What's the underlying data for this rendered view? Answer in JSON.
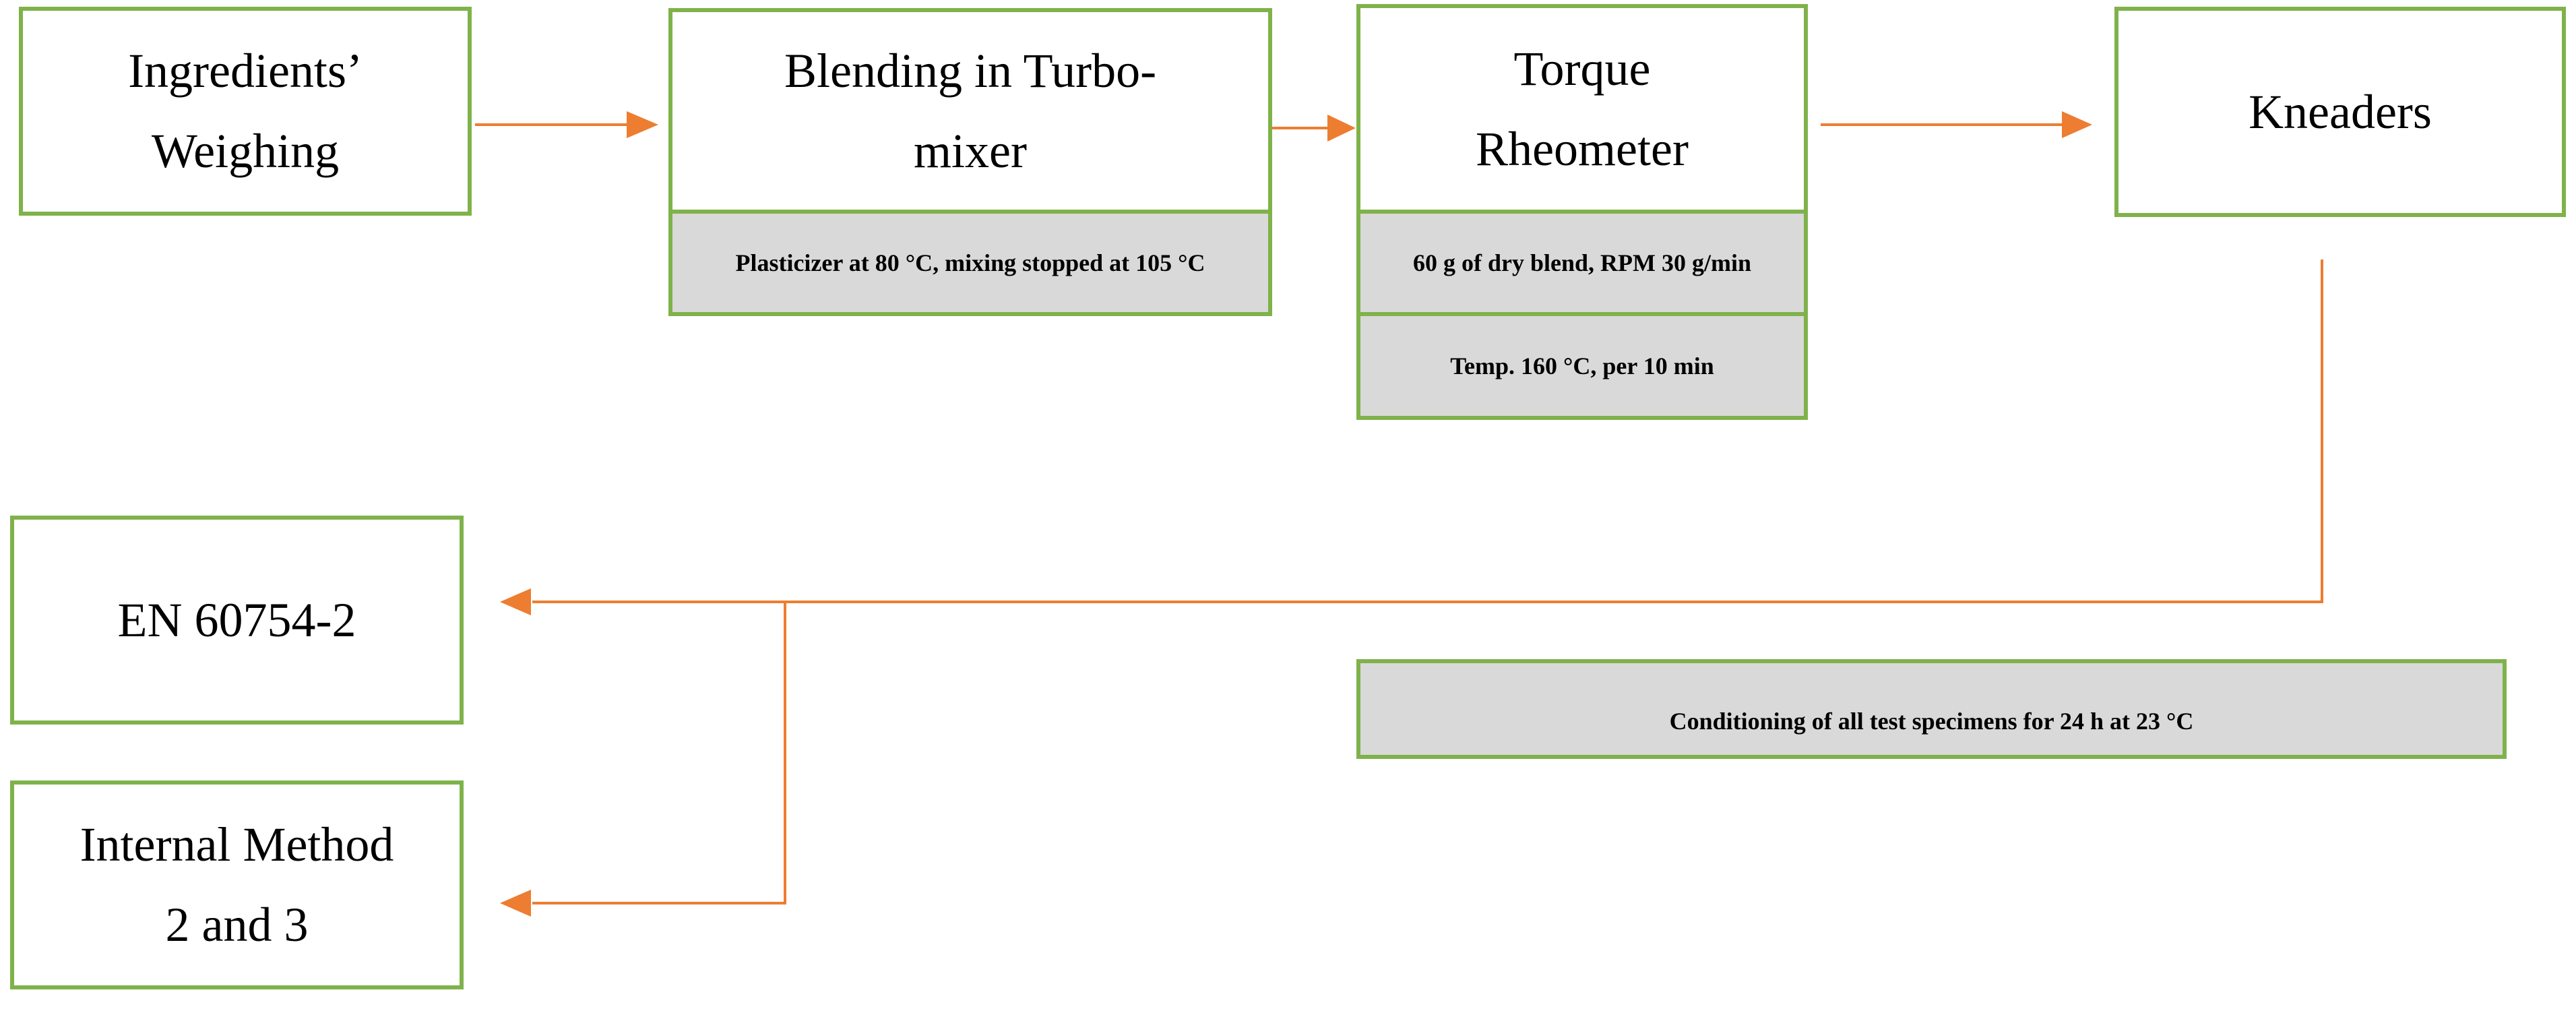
{
  "diagram": {
    "steps": {
      "weighing": "Ingredients’\nWeighing",
      "blending": "Blending in Turbo-\nmixer",
      "torque": "Torque\nRheometer",
      "kneaders": "Kneaders",
      "en_standard": "EN 60754-2",
      "internal_method": "Internal Method\n2 and 3"
    },
    "notes": {
      "blending": "Plasticizer at 80 °C, mixing stopped at 105 °C",
      "torque_mass": "60 g of dry blend, RPM 30 g/min",
      "torque_temp": "Temp. 160 °C, per 10 min",
      "conditioning": "Conditioning of all test specimens for 24 h at 23 °C"
    },
    "colors": {
      "box_border": "#7fb24a",
      "note_fill": "#d9d9d9",
      "arrow": "#ed7d31"
    }
  }
}
